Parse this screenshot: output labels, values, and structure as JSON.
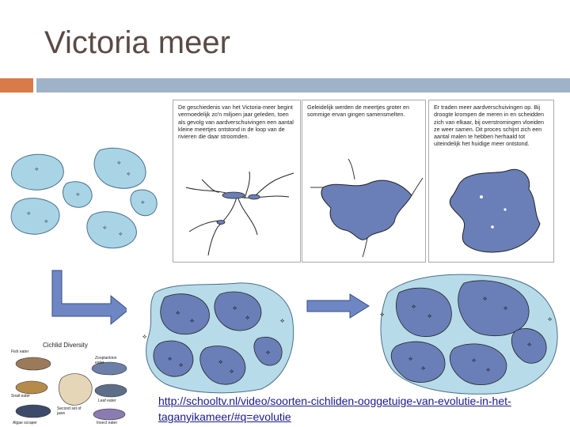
{
  "slide": {
    "title": "Victoria meer",
    "link": "http://schooltv.nl/video/soorten-cichliden-ooggetuige-van-evolutie-in-het-taganyikameer/#q=evolutie"
  },
  "panels": [
    {
      "text": "De geschiedenis van het Victoria-meer begint vermoedelijk zo'n miljoen jaar geleden, toen als gevolg van aardverschuivingen een aantal kleine meertjes ontstond in de loop van de rivieren die daar stroomden."
    },
    {
      "text": "Geleidelijk werden de meertjes groter en sommige ervan gingen samensmelten."
    },
    {
      "text": "Er traden meer aardverschuivingen op. Bij droogte krompen de meren in en scheidden zich van elkaar, bij overstromingen vloeiden ze weer samen. Dit proces schijnt zich een aantal malen te hebben herhaald tot uiteindelijk het huidige meer ontstond."
    }
  ],
  "cichlid": {
    "title": "Cichlid Diversity",
    "labels": [
      "Fish eater",
      "Zooplankton eater",
      "Snail eater",
      "Leaf eater",
      "Second set of jaws",
      "Algae scraper",
      "Insect eater"
    ]
  },
  "colors": {
    "accent_orange": "#d97a4a",
    "accent_blue": "#9fb3c8",
    "lake_light": "#a9d4e6",
    "lake_dark": "#6a7fb8"
  }
}
